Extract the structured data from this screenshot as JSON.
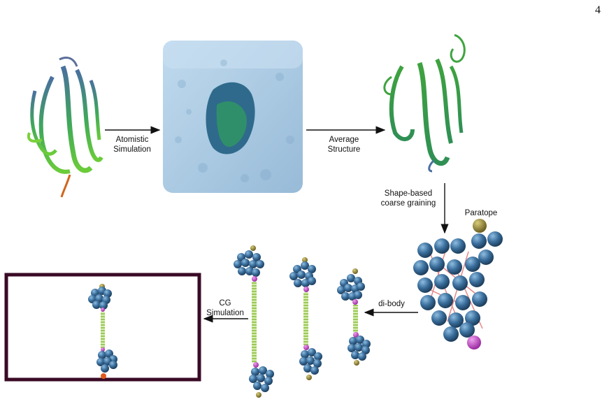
{
  "page_number": "4",
  "labels": {
    "atomistic": [
      "Atomistic",
      "Simulation"
    ],
    "average": [
      "Average",
      "Structure"
    ],
    "shape": [
      "Shape-based",
      "coarse graining"
    ],
    "paratope": "Paratope",
    "dibody": "di-body",
    "cg": [
      "CG",
      "Simulation"
    ]
  },
  "colors": {
    "bead": "#3a6e9c",
    "bead_highlight": "#6aa0c8",
    "paratope": "#8a7d3a",
    "linker_site": "#c04cc4",
    "linker": "#b6d977",
    "ribbon_green": "#3fa33f",
    "ribbon_blue": "#4a6fa0",
    "water_box": "#9fc3e0",
    "frame": "#3a0a25",
    "anchor": "#e05a1c"
  }
}
